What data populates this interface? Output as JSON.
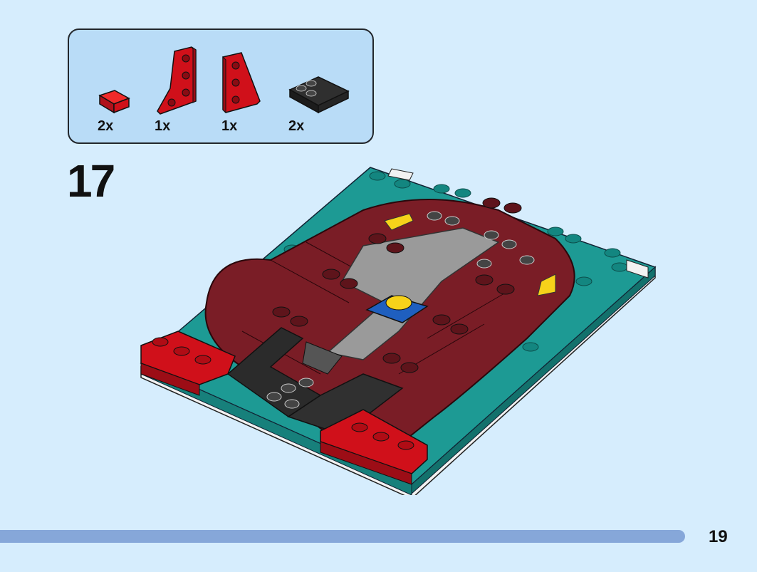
{
  "parts_list": {
    "items": [
      {
        "name": "red-tile-1x1",
        "qty": "2x"
      },
      {
        "name": "red-wedge-plate-left",
        "qty": "1x"
      },
      {
        "name": "red-wedge-plate-right",
        "qty": "1x"
      },
      {
        "name": "black-plate-2x2-tile",
        "qty": "2x"
      }
    ]
  },
  "step": {
    "number": "17"
  },
  "page": {
    "number": "19"
  },
  "colors": {
    "background": "#d6edfd",
    "callout": "#b9dcf7",
    "red": "#d0101a",
    "dark_red": "#7a1d26",
    "teal": "#1d9a94",
    "black": "#2b2b2b",
    "gray": "#9c9c9c",
    "yellow": "#f6d21a",
    "blue": "#1f5fbf",
    "progress": "#86a7d9"
  }
}
